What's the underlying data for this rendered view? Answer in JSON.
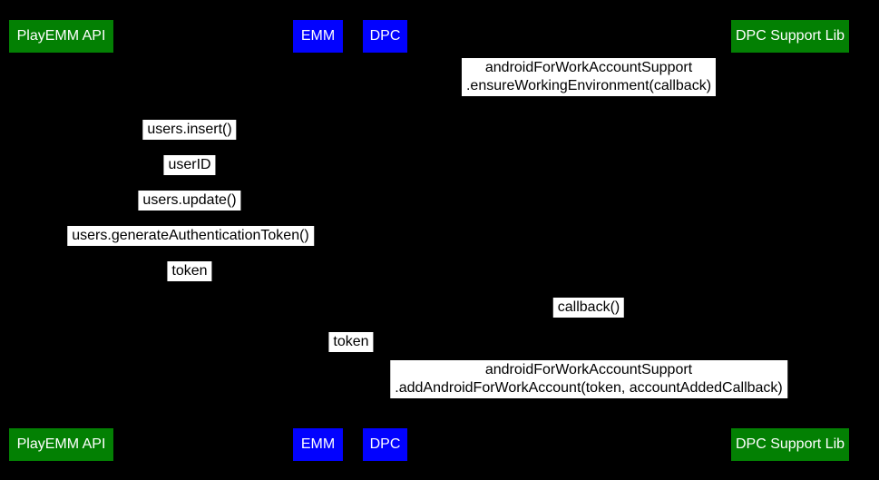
{
  "diagram": {
    "background": "#000000",
    "colors": {
      "green": "#038003",
      "blue": "#0202fe",
      "label_bg": "#ffffff",
      "label_text": "#000000",
      "participant_text": "#ffffff"
    },
    "participants": [
      {
        "label": "PlayEMM API",
        "color": "green"
      },
      {
        "label": "EMM",
        "color": "blue"
      },
      {
        "label": "DPC",
        "color": "blue"
      },
      {
        "label": "DPC Support Lib",
        "color": "green"
      }
    ],
    "messages": [
      {
        "lines": [
          "androidForWorkAccountSupport",
          ".ensureWorkingEnvironment(callback)"
        ]
      },
      {
        "lines": [
          "users.insert()"
        ]
      },
      {
        "lines": [
          "userID"
        ]
      },
      {
        "lines": [
          "users.update()"
        ]
      },
      {
        "lines": [
          "users.generateAuthenticationToken()"
        ]
      },
      {
        "lines": [
          "token"
        ]
      },
      {
        "lines": [
          "callback()"
        ]
      },
      {
        "lines": [
          "token"
        ]
      },
      {
        "lines": [
          "androidForWorkAccountSupport",
          ".addAndroidForWorkAccount(token, accountAddedCallback)"
        ]
      }
    ]
  }
}
